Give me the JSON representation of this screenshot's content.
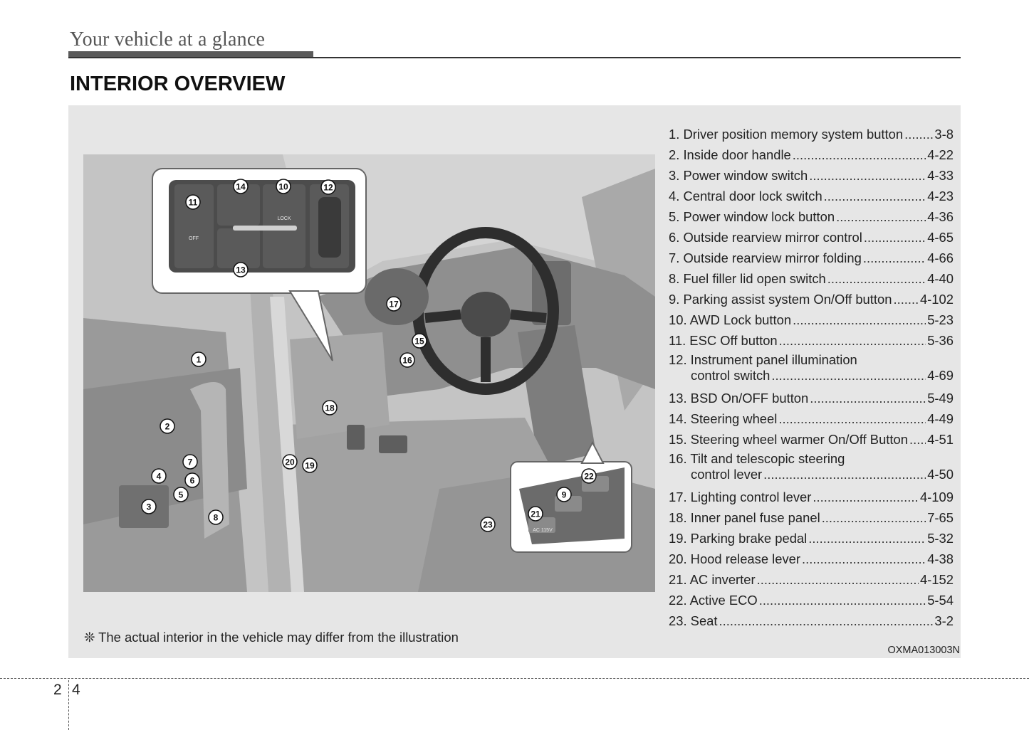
{
  "header": {
    "section_title": "Your vehicle at a glance",
    "page_heading": "INTERIOR OVERVIEW"
  },
  "illustration": {
    "callouts": [
      "1",
      "2",
      "3",
      "4",
      "5",
      "6",
      "7",
      "8",
      "9",
      "10",
      "11",
      "12",
      "13",
      "14",
      "15",
      "16",
      "17",
      "18",
      "19",
      "20",
      "21",
      "22",
      "23"
    ],
    "inset_labels": {
      "esc_off": "OFF",
      "awd_lock": "LOCK",
      "ac_inverter": "AC 115V"
    }
  },
  "legend": [
    {
      "num": "1.",
      "text": "Driver position memory system button",
      "page": "3-8"
    },
    {
      "num": "2.",
      "text": "Inside door handle",
      "page": "4-22"
    },
    {
      "num": "3.",
      "text": "Power window switch",
      "page": "4-33"
    },
    {
      "num": "4.",
      "text": "Central door lock switch",
      "page": "4-23"
    },
    {
      "num": "5.",
      "text": "Power window lock button",
      "page": "4-36"
    },
    {
      "num": "6.",
      "text": "Outside rearview mirror control",
      "page": "4-65"
    },
    {
      "num": "7.",
      "text": "Outside rearview mirror folding",
      "page": "4-66"
    },
    {
      "num": "8.",
      "text": "Fuel filler lid open switch",
      "page": "4-40"
    },
    {
      "num": "9.",
      "text": "Parking assist system On/Off button",
      "page": "4-102"
    },
    {
      "num": "10.",
      "text": "AWD Lock button",
      "page": "5-23"
    },
    {
      "num": "11.",
      "text": "ESC Off button",
      "page": "5-36"
    },
    {
      "num": "12.",
      "text": "Instrument panel illumination",
      "text2": "control switch",
      "page": "4-69"
    },
    {
      "num": "13.",
      "text": "BSD On/OFF button",
      "page": "5-49"
    },
    {
      "num": "14.",
      "text": "Steering wheel",
      "page": "4-49"
    },
    {
      "num": "15.",
      "text": "Steering wheel warmer On/Off Button",
      "page": "4-51"
    },
    {
      "num": "16.",
      "text": "Tilt and telescopic steering",
      "text2": "control lever",
      "page": "4-50"
    },
    {
      "num": "17.",
      "text": "Lighting control lever",
      "page": "4-109"
    },
    {
      "num": "18.",
      "text": "Inner panel fuse panel",
      "page": "7-65"
    },
    {
      "num": "19.",
      "text": "Parking brake pedal",
      "page": "5-32"
    },
    {
      "num": "20.",
      "text": "Hood release lever",
      "page": "4-38"
    },
    {
      "num": "21.",
      "text": "AC inverter",
      "page": "4-152"
    },
    {
      "num": "22.",
      "text": "Active ECO",
      "page": "5-54"
    },
    {
      "num": "23.",
      "text": "Seat",
      "page": "3-2"
    }
  ],
  "footnote": "❊ The actual interior in the vehicle may differ from the illustration",
  "image_code": "OXMA013003N",
  "page_number": {
    "chapter": "2",
    "page": "4"
  }
}
